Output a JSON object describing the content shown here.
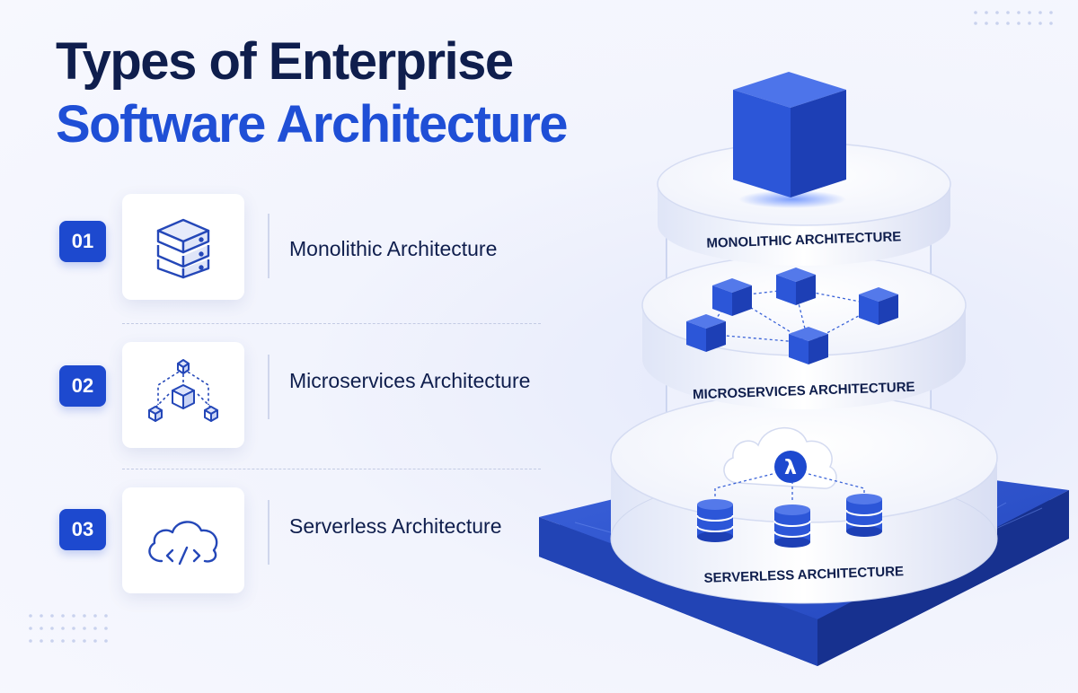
{
  "title": {
    "line1": "Types of Enterprise",
    "line2": "Software Architecture"
  },
  "items": [
    {
      "number": "01",
      "label": "Monolithic Architecture",
      "icon": "server-stack-icon"
    },
    {
      "number": "02",
      "label": "Microservices Architecture",
      "icon": "cube-network-icon"
    },
    {
      "number": "03",
      "label": "Serverless Architecture",
      "icon": "cloud-code-icon"
    }
  ],
  "diagram": {
    "tiers": [
      "MONOLITHIC ARCHITECTURE",
      "MICROSERVICES ARCHITECTURE",
      "SERVERLESS ARCHITECTURE"
    ],
    "lambda_symbol": "λ"
  },
  "colors": {
    "primary": "#1d49cf",
    "title_dark": "#0f1e4d",
    "title_blue": "#1f4fd6"
  }
}
